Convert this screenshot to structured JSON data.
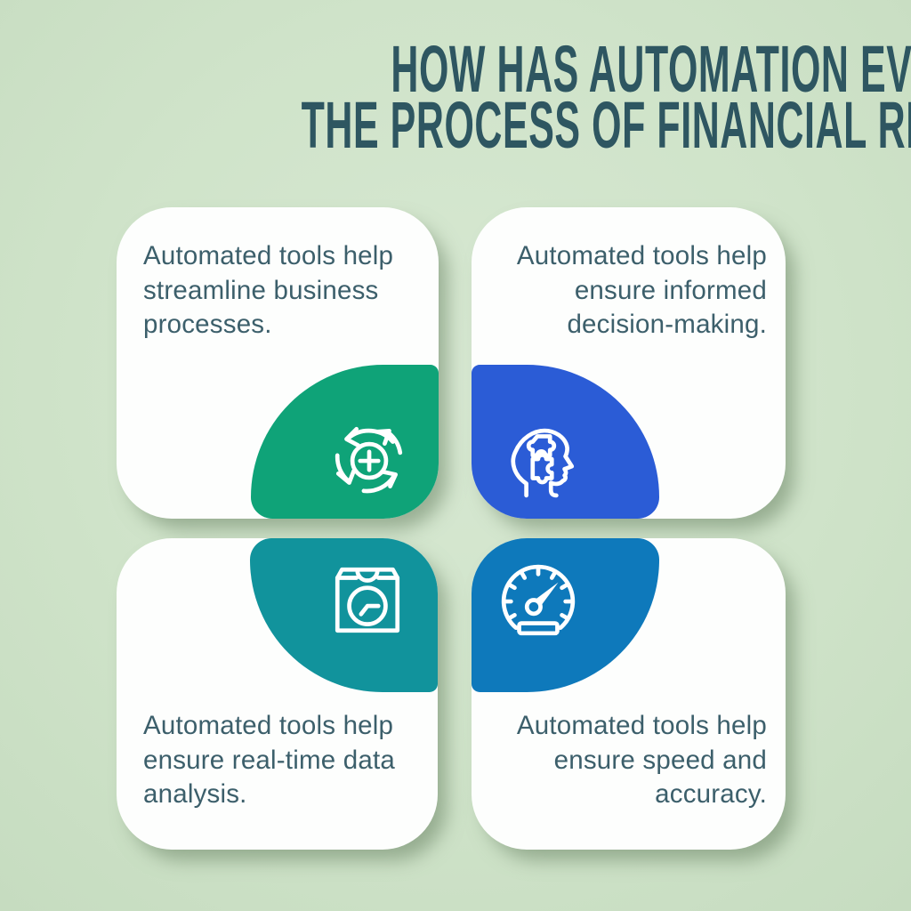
{
  "title": {
    "line1": "HOW HAS AUTOMATION EVOLVED",
    "line2": "THE PROCESS OF FINANCIAL REPORTING?"
  },
  "cards": [
    {
      "name": "streamline-processes",
      "lines": [
        "Automated tools help",
        "streamline business",
        "processes."
      ],
      "icon": "sync-cycle-plus-icon",
      "accent": "#0FA378"
    },
    {
      "name": "informed-decisions",
      "lines": [
        "Automated tools help",
        "ensure informed",
        "decision-making."
      ],
      "icon": "head-puzzle-icon",
      "accent": "#2B5CD6"
    },
    {
      "name": "realtime-analysis",
      "lines": [
        "Automated tools help",
        "ensure real-time data",
        "analysis."
      ],
      "icon": "box-clock-icon",
      "accent": "#11939C"
    },
    {
      "name": "speed-accuracy",
      "lines": [
        "Automated tools help",
        "ensure speed and",
        "accuracy."
      ],
      "icon": "speedometer-icon",
      "accent": "#0E79BB"
    }
  ],
  "colors": {
    "background": "#CFE3C9",
    "title": "#2E5661",
    "body_text": "#3C5F6B",
    "card": "#FFFFFF",
    "green": "#0FA378",
    "blue": "#2B5CD6",
    "teal": "#11939C",
    "dark_blue": "#0E79BB"
  }
}
